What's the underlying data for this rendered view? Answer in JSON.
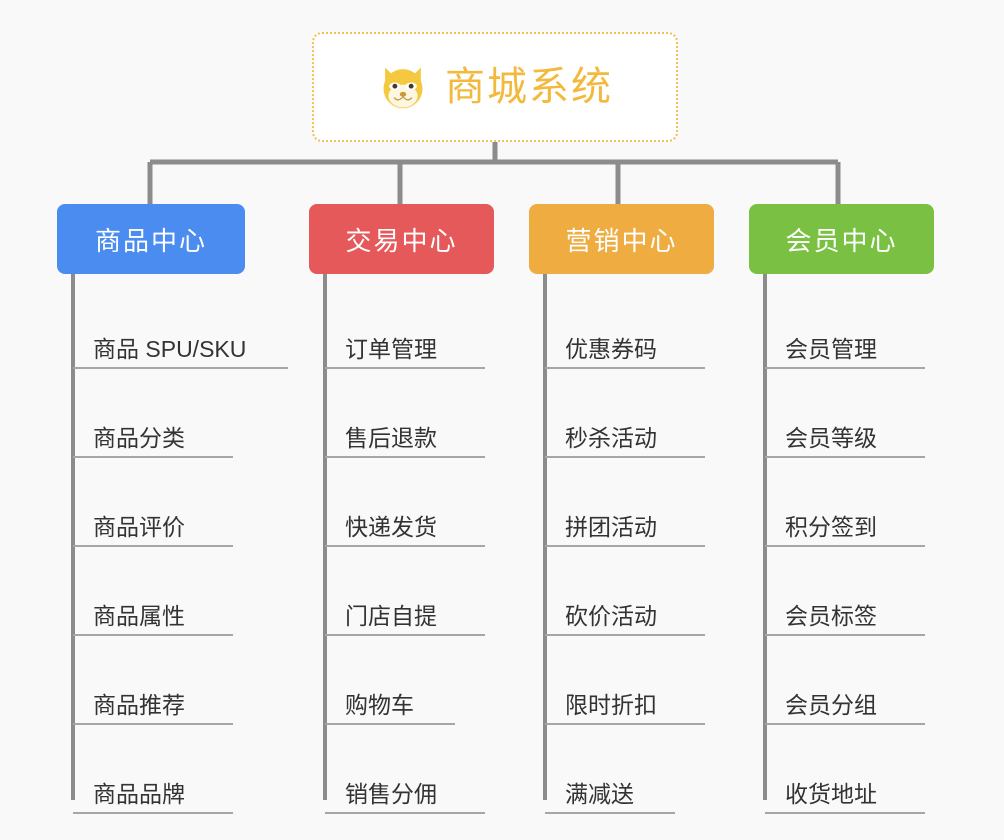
{
  "page": {
    "background_color": "#f9f9f9",
    "line_color": "#8c8c8c",
    "leaf_underline_color": "#a6a6a6",
    "leaf_text_color": "#333333"
  },
  "root": {
    "title": "商城系统",
    "icon": "shiba-dog-face-icon",
    "text_color": "#f2b93c",
    "border_color": "#f0c05a",
    "background": "#ffffff"
  },
  "columns": [
    {
      "id": "product-center",
      "title": "商品中心",
      "color": "#4a8cf0",
      "items": [
        "商品 SPU/SKU",
        "商品分类",
        "商品评价",
        "商品属性",
        "商品推荐",
        "商品品牌"
      ]
    },
    {
      "id": "trade-center",
      "title": "交易中心",
      "color": "#e5595a",
      "items": [
        "订单管理",
        "售后退款",
        "快递发货",
        "门店自提",
        "购物车",
        "销售分佣"
      ]
    },
    {
      "id": "marketing-center",
      "title": "营销中心",
      "color": "#eeac41",
      "items": [
        "优惠券码",
        "秒杀活动",
        "拼团活动",
        "砍价活动",
        "限时折扣",
        "满减送"
      ]
    },
    {
      "id": "member-center",
      "title": "会员中心",
      "color": "#7ac143",
      "items": [
        "会员管理",
        "会员等级",
        "积分签到",
        "会员标签",
        "会员分组",
        "收货地址"
      ]
    }
  ]
}
